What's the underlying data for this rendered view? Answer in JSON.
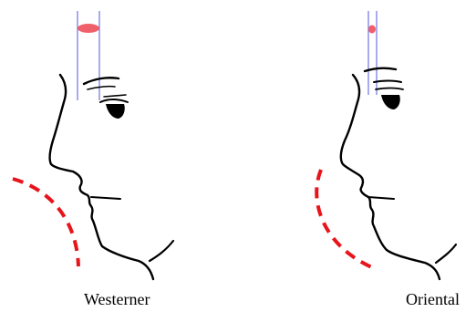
{
  "figures": [
    {
      "id": "westerner",
      "label": "Westerner"
    },
    {
      "id": "oriental",
      "label": "Oriental"
    }
  ],
  "colors": {
    "outline": "#000000",
    "guide": "#2a2ad6",
    "marker": "#f0606a",
    "curve": "#e8141b",
    "background": "#ffffff"
  },
  "icons": [
    "face-profile-outline",
    "eye-icon",
    "brow-marker",
    "chin-curve"
  ]
}
